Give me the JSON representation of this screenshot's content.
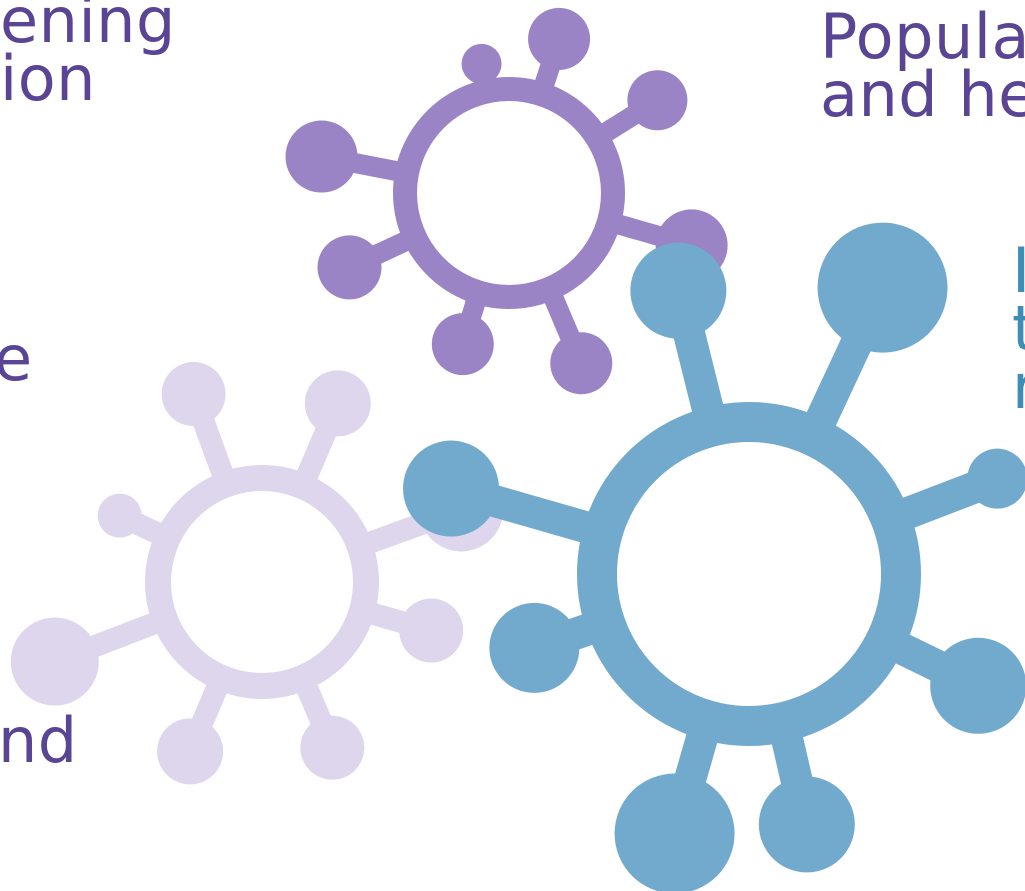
{
  "colors": {
    "text_purple": "#5a4595",
    "text_blue": "#3d8db5",
    "virus_purple": "#9b84c5",
    "virus_lavender": "#ddd6ec",
    "virus_blue": "#72aacd"
  },
  "text_fragments": {
    "top_left": [
      "ening",
      "ion"
    ],
    "top_right": [
      "Popula",
      "and he"
    ],
    "right_mid": [
      "I",
      "t",
      "r"
    ],
    "left_mid": [
      "e"
    ],
    "left_bottom": [
      "nd"
    ]
  },
  "icons": [
    "virus-icon-purple",
    "virus-icon-lavender",
    "virus-icon-blue"
  ]
}
